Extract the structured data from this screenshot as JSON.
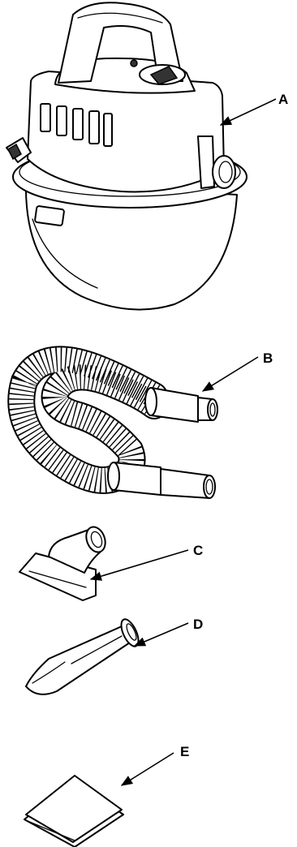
{
  "parts": [
    {
      "id": "A",
      "label": "A",
      "name": "wet-dry-vac"
    },
    {
      "id": "B",
      "label": "B",
      "name": "hose"
    },
    {
      "id": "C",
      "label": "C",
      "name": "utility-nozzle"
    },
    {
      "id": "D",
      "label": "D",
      "name": "crevice-tool"
    },
    {
      "id": "E",
      "label": "E",
      "name": "manual"
    }
  ],
  "colors": {
    "ink": "#000000",
    "background": "#ffffff",
    "dark_fill": "#333333"
  }
}
